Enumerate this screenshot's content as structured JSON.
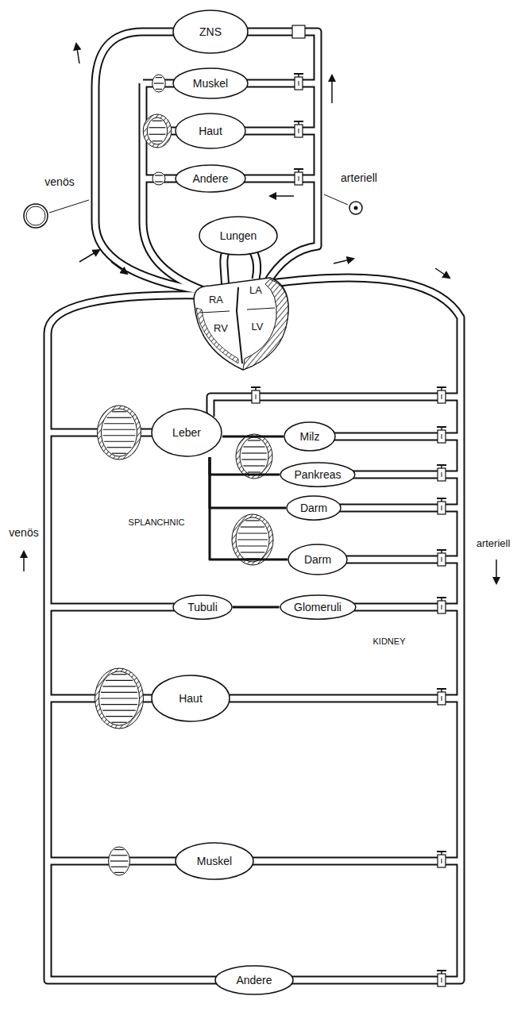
{
  "diagram": {
    "nodes": [
      {
        "text": [
          "ZNS"
        ]
      },
      {
        "text": [
          "Muskel"
        ]
      },
      {
        "text": [
          "Haut"
        ]
      },
      {
        "text": [
          "Andere"
        ]
      },
      {
        "text": [
          "Lungen"
        ]
      },
      {
        "text": [
          "Leber"
        ]
      },
      {
        "text": [
          "Milz"
        ]
      },
      {
        "text": [
          "Pankreas"
        ]
      },
      {
        "text": [
          "Darm"
        ]
      },
      {
        "text": [
          "Darm"
        ]
      },
      {
        "text": [
          "Tubuli"
        ]
      },
      {
        "text": [
          "Glomeruli"
        ]
      },
      {
        "text": [
          "Haut"
        ]
      },
      {
        "text": [
          "Muskel"
        ]
      },
      {
        "text": [
          "Andere"
        ]
      }
    ],
    "edges": [
      {
        "from": 6,
        "to": 5,
        "arrow": "none"
      },
      {
        "from": 7,
        "to": 5,
        "arrow": "none"
      },
      {
        "from": 8,
        "to": 5,
        "arrow": "none"
      },
      {
        "from": 9,
        "to": 5,
        "arrow": "none"
      },
      {
        "from": 11,
        "to": 10,
        "arrow": "none"
      }
    ],
    "labels": [
      "venös",
      "arteriell",
      "RA",
      "LA",
      "RV",
      "LV",
      "SPLANCHNIC",
      "venös",
      "arteriell",
      "KIDNEY"
    ]
  }
}
